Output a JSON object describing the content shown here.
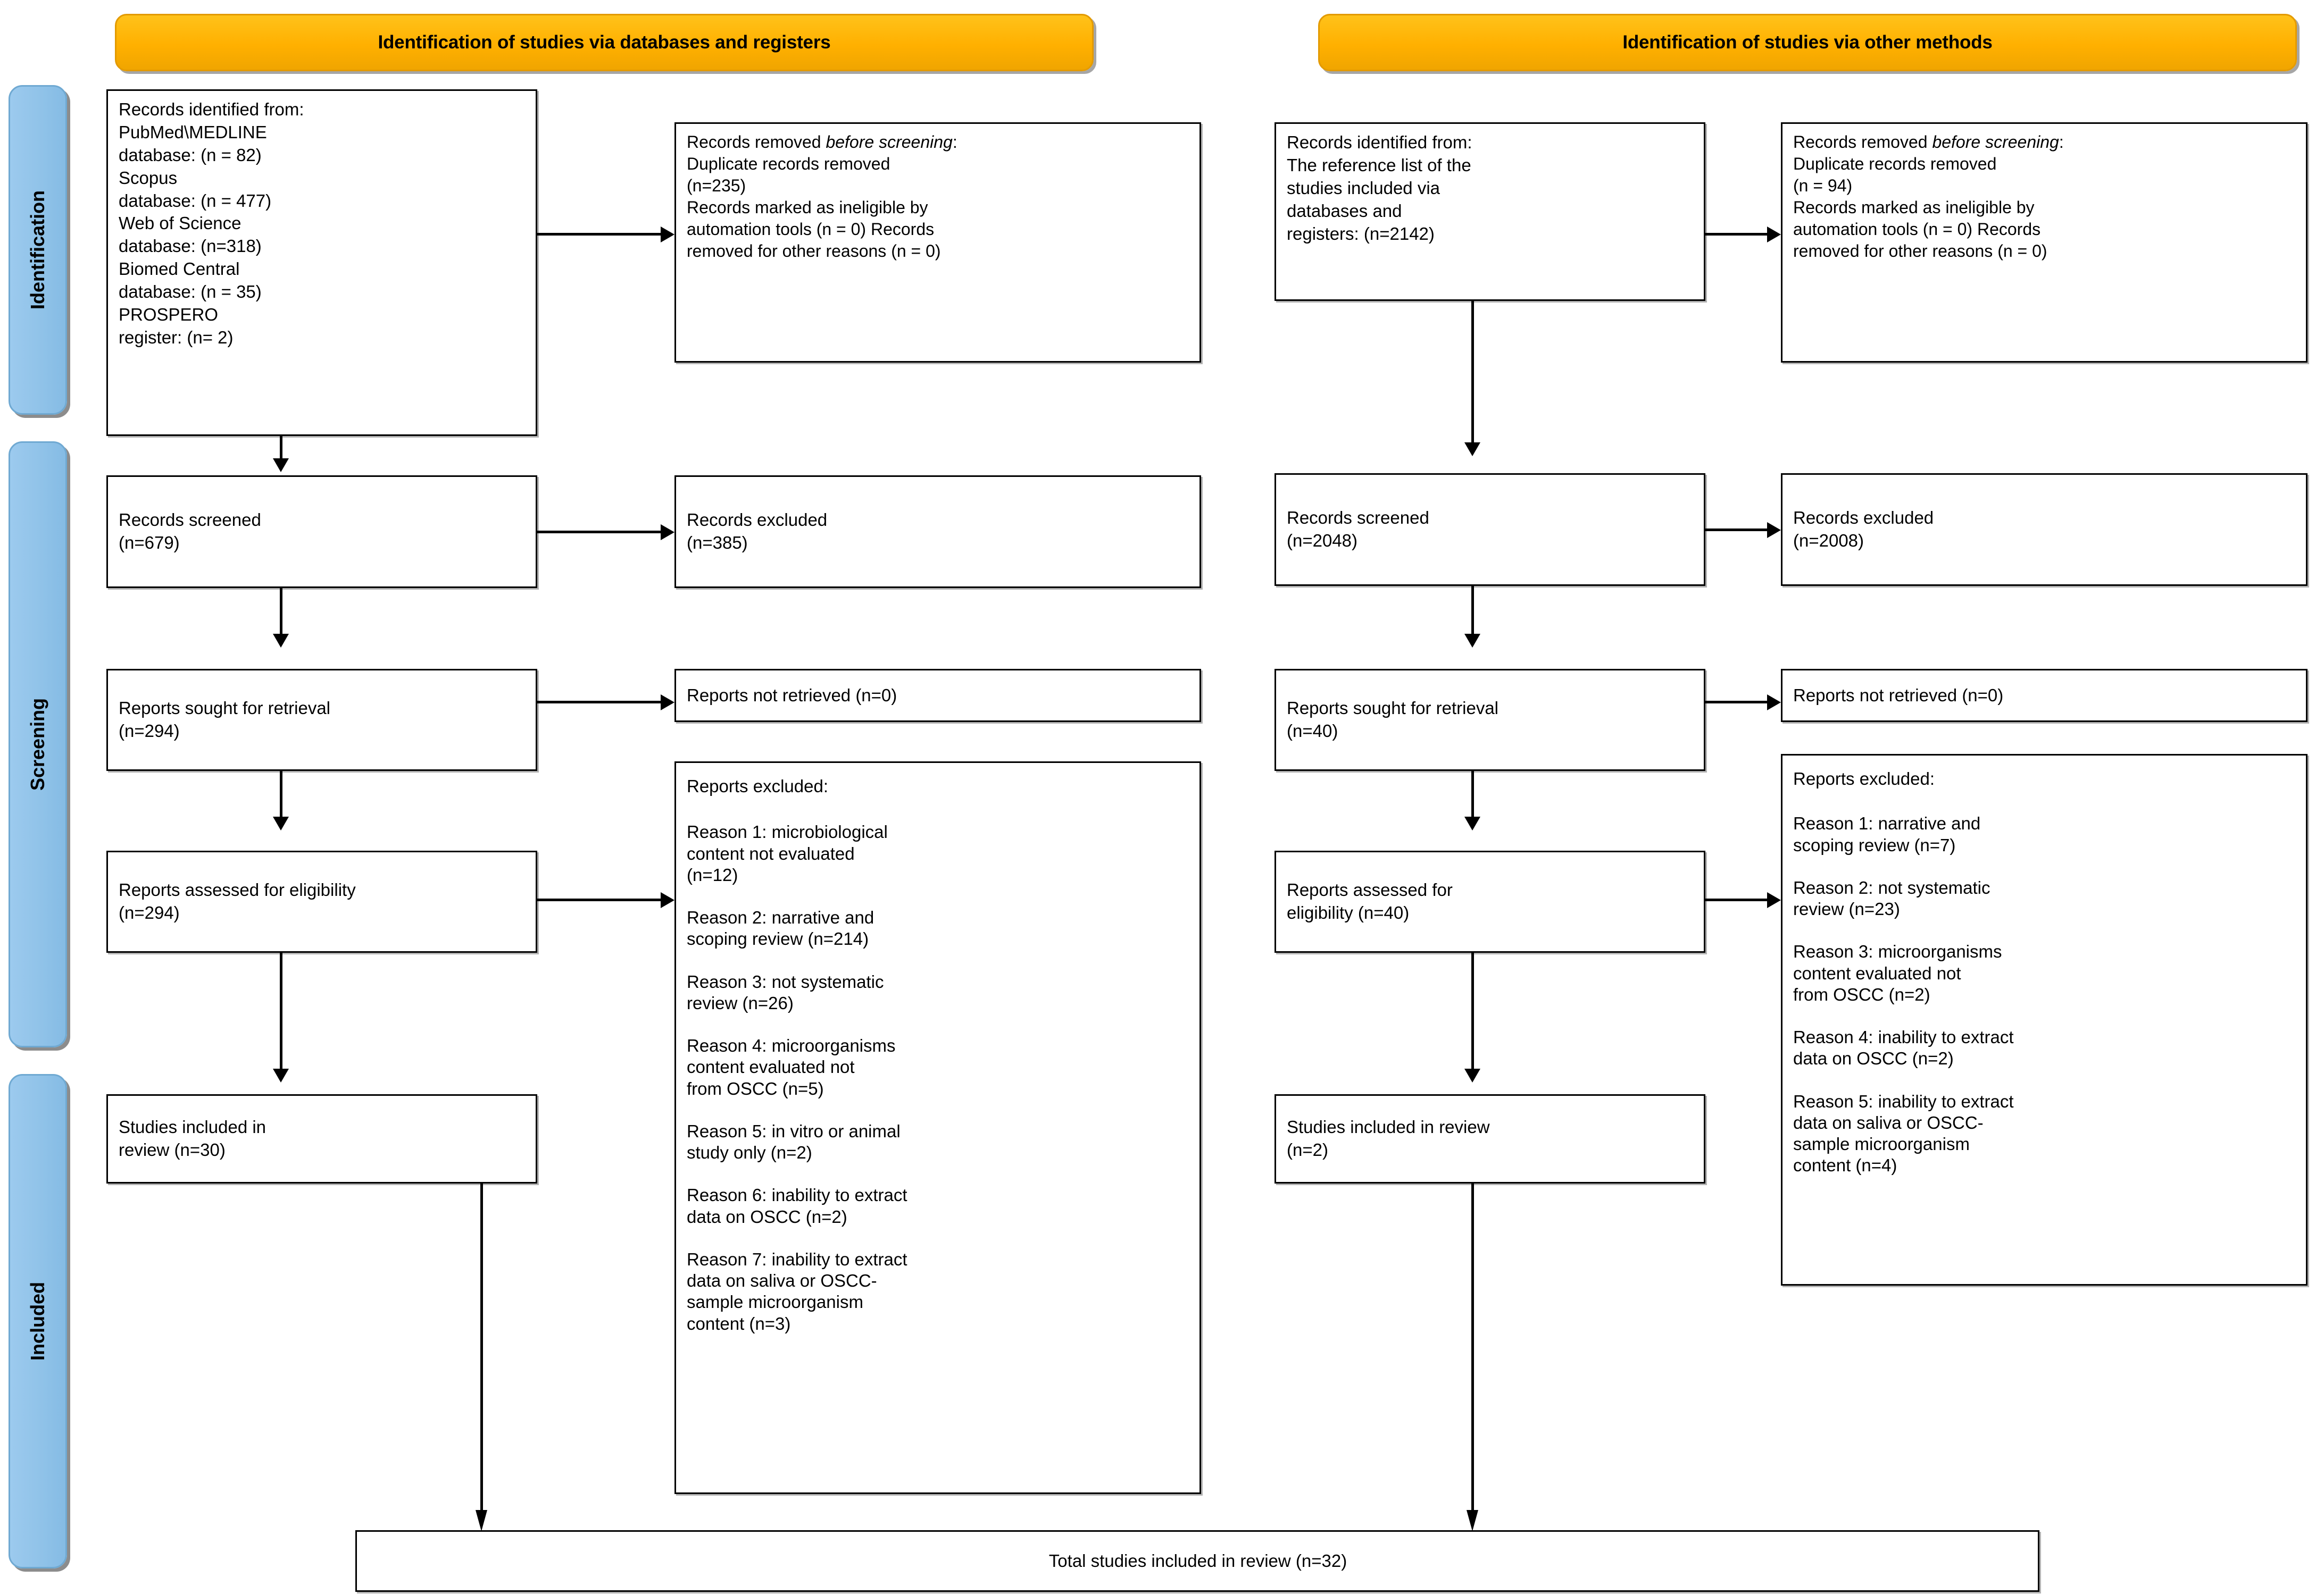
{
  "diagram": {
    "type": "PRISMA 2020 flow diagram",
    "banners": {
      "left": "Identification of studies via databases and registers",
      "right": "Identification of studies via other methods"
    },
    "stages": [
      {
        "label": "Identification"
      },
      {
        "label": "Screening"
      },
      {
        "label": "Included"
      }
    ],
    "left_column": {
      "identified": "Records identified from:\nPubMed\\MEDLINE\n    database: (n = 82)\nScopus\n    database: (n = 477)\nWeb of Science\n    database: (n=318)\nBiomed Central\n    database: (n = 35)\nPROSPERO\n    register: (n= 2)",
      "removed_before_screening_head": "Records removed ",
      "removed_before_screening_italic": "before screening",
      "removed_before_screening_body": ":\n    Duplicate records removed\n    (n=235)\n    Records marked as ineligible by\n    automation tools (n = 0)  Records\n    removed for other  reasons (n = 0)",
      "records_screened": "Records screened\n(n=679)",
      "records_excluded": "Records excluded\n(n=385)",
      "reports_sought": "Reports sought for retrieval\n(n=294)",
      "reports_not_retrieved": "Reports not retrieved (n=0)",
      "reports_assessed": "Reports assessed for eligibility\n(n=294)",
      "reports_excluded_title": "Reports excluded:",
      "reports_excluded_reasons": [
        "Reason 1: microbiological\n    content not evaluated\n    (n=12)",
        "Reason 2: narrative and\n    scoping review (n=214)",
        "Reason 3: not systematic\n    review (n=26)",
        "Reason 4: microorganisms\n    content evaluated not\n    from OSCC (n=5)",
        "Reason 5: in vitro or animal\n    study only (n=2)",
        "Reason 6: inability to extract\n    data on OSCC (n=2)",
        "Reason 7: inability to extract\n    data on saliva or OSCC-\n    sample microorganism\n    content (n=3)"
      ],
      "studies_included": "Studies included in\nreview (n=30)"
    },
    "right_column": {
      "identified": "Records identified from:\nThe reference list of the\n    studies included via\n    databases and\n    registers: (n=2142)",
      "removed_before_screening_head": "Records removed ",
      "removed_before_screening_italic": "before screening",
      "removed_before_screening_body": ":\n    Duplicate records removed\n    (n = 94)\n    Records marked as ineligible by\n    automation tools (n = 0)  Records\n    removed for other  reasons (n = 0)",
      "records_screened": "Records screened\n(n=2048)",
      "records_excluded": "Records excluded\n(n=2008)",
      "reports_sought": "Reports sought for retrieval\n(n=40)",
      "reports_not_retrieved": "Reports not retrieved (n=0)",
      "reports_assessed": "Reports assessed for\neligibility (n=40)",
      "reports_excluded_title": "Reports excluded:",
      "reports_excluded_reasons": [
        "Reason 1: narrative and\n    scoping review (n=7)",
        "Reason 2: not systematic\n    review (n=23)",
        "Reason 3: microorganisms\n    content evaluated not\n    from OSCC (n=2)",
        "Reason 4: inability to extract\n    data on OSCC (n=2)",
        "Reason 5: inability to extract\n    data on saliva or OSCC-\n    sample microorganism\n    content (n=4)"
      ],
      "studies_included": "Studies included in review\n(n=2)"
    },
    "total": "Total studies included in review (n=32)",
    "colors": {
      "banner_orange": "#FFB300",
      "stage_blue": "#93C5EA",
      "box_border": "#000000",
      "background": "#FFFFFF"
    }
  }
}
